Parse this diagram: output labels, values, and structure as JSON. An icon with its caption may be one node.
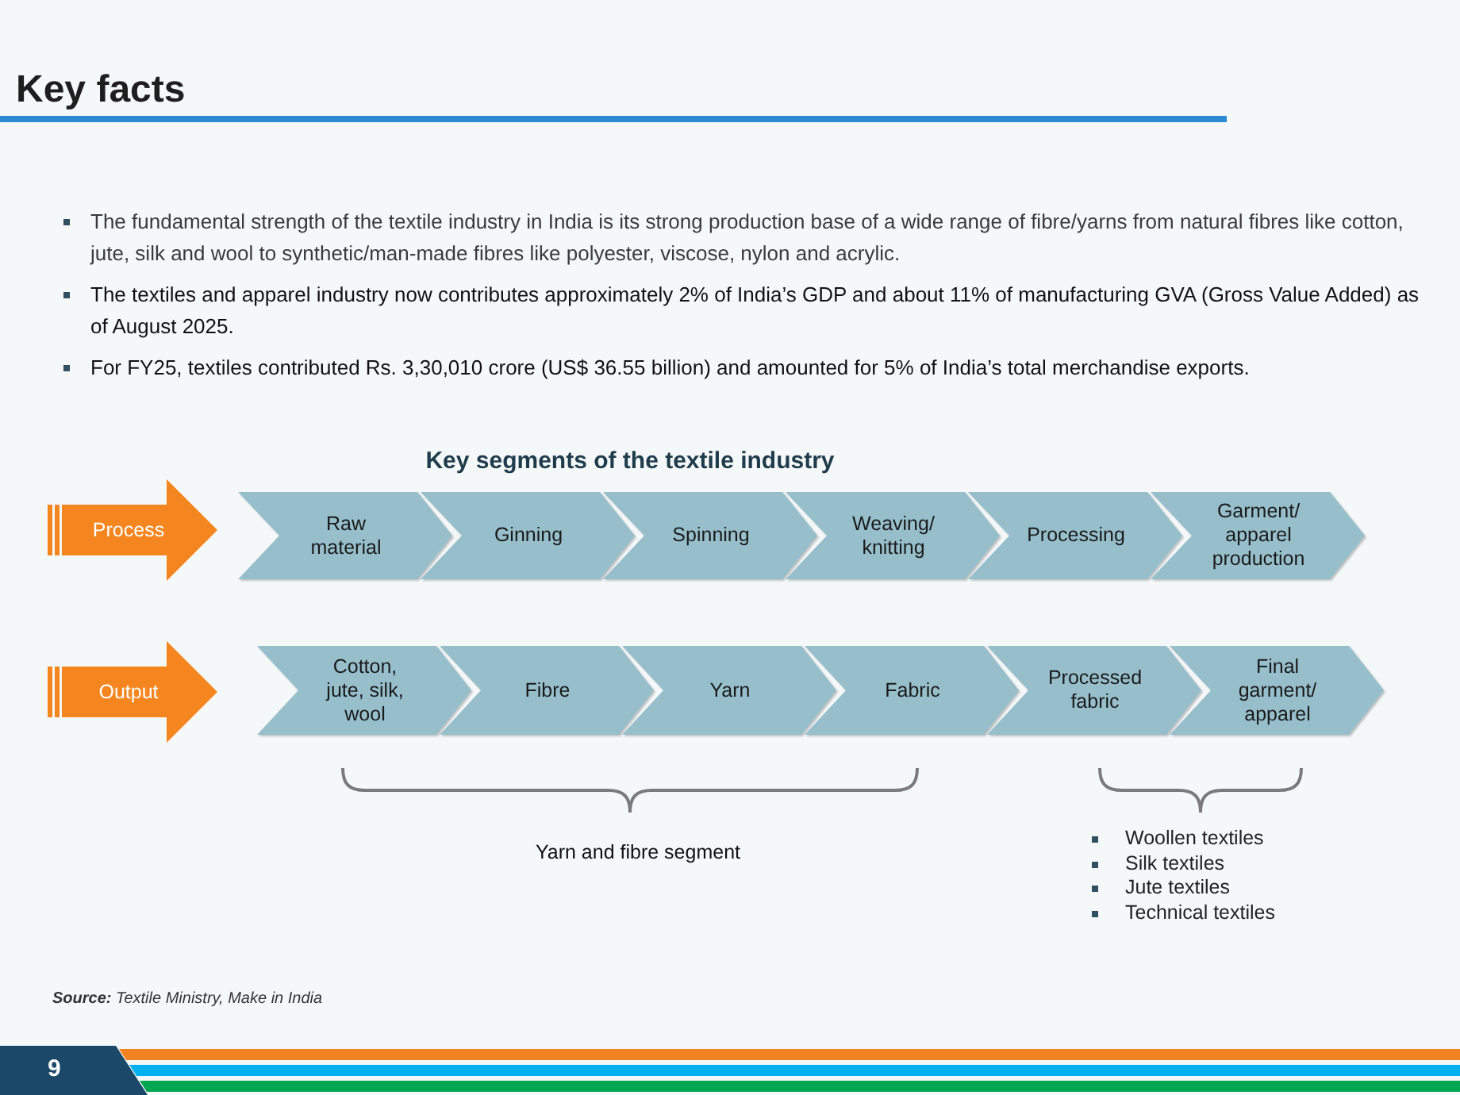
{
  "diagram": {
    "title": "Key facts",
    "nodes": [
      {
        "text": [
          "Process"
        ]
      },
      {
        "text": [
          "Raw material"
        ]
      },
      {
        "text": [
          "Ginning"
        ]
      },
      {
        "text": [
          "Spinning"
        ]
      },
      {
        "text": [
          "Weaving/ knitting"
        ]
      },
      {
        "text": [
          "Processing"
        ]
      },
      {
        "text": [
          "Garment/ apparel production"
        ]
      },
      {
        "text": [
          "Output"
        ]
      },
      {
        "text": [
          "Cotton, jute, silk, wool"
        ]
      },
      {
        "text": [
          "Fibre"
        ]
      },
      {
        "text": [
          "Yarn"
        ]
      },
      {
        "text": [
          "Fabric"
        ]
      },
      {
        "text": [
          "Processed fabric"
        ]
      },
      {
        "text": [
          "Final garment/ apparel"
        ]
      }
    ],
    "labels": [
      "The fundamental strength of the textile industry in India is its strong production base of a wide range of fibre/yarns from natural fibres like cotton, jute, silk and wool to synthetic/man-made fibres like polyester, viscose, nylon and acrylic.",
      "The textiles and apparel industry now contributes approximately 2% of India’s GDP and about 11% of manufacturing GVA (Gross Value Added) as of August 2025.",
      "For FY25, textiles contributed Rs. 3,30,010 crore (US$ 36.55 billion) and amounted for 5% of India’s total merchandise exports.",
      "Key segments of the textile industry",
      "Yarn and fibre segment",
      "Woollen textiles",
      "Silk textiles",
      "Jute textiles",
      "Technical textiles",
      "**Source:** Textile Ministry, Make in India",
      "9"
    ]
  }
}
